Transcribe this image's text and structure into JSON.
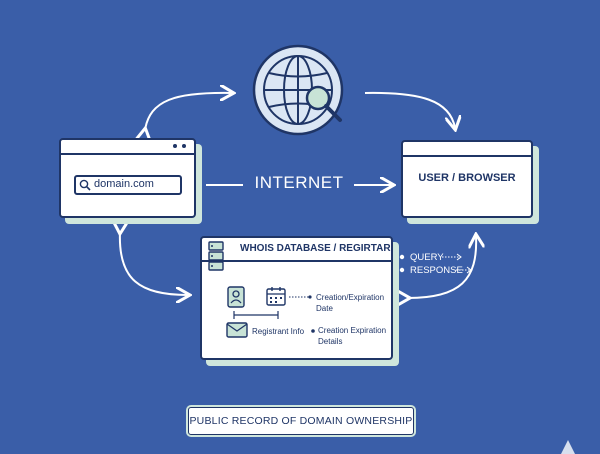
{
  "search": {
    "text": "domain.com"
  },
  "center": {
    "label": "INTERNET"
  },
  "browser": {
    "label": "USER / BROWSER"
  },
  "database": {
    "title": "WHOIS DATABASE / REGIRTAR",
    "creation_date": "Creation/Expiration Date",
    "registrant": "Registrant Info",
    "creation_details": "Creation Expiration Details"
  },
  "legend": {
    "query": "QUERY",
    "response": "RESPONSE"
  },
  "footer": {
    "caption": "PUBLIC RECORD OF DOMAIN OWNERSHIP"
  },
  "colors": {
    "background": "#3a5ea8",
    "navy": "#1f3566",
    "mint": "#cfe6dc",
    "globe": "#dbe6f4",
    "icon_fill": "#c8e3d6"
  },
  "icons": [
    "globe-icon",
    "magnifier-icon",
    "search-icon",
    "server-icon",
    "person-icon",
    "calendar-icon",
    "envelope-icon"
  ]
}
